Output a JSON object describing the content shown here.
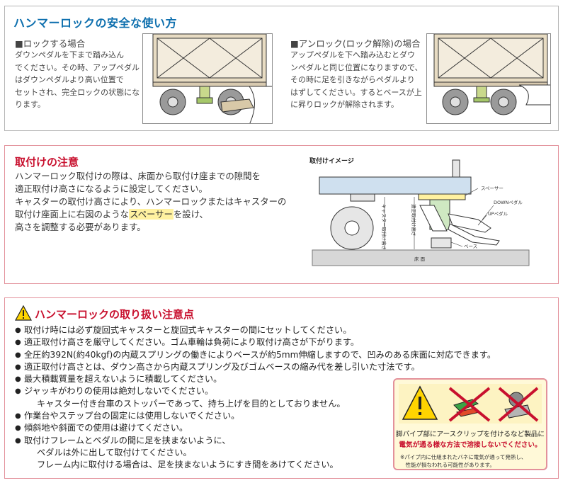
{
  "safe_use": {
    "title": "ハンマーロックの安全な使い方",
    "lock": {
      "heading": "■ロックする場合",
      "text": "ダウンペダルを下まで踏み込ん\nでください。その時、アップペダル\nはダウンペダルより高い位置で\nセットされ、完全ロックの状態にな\nります。"
    },
    "unlock": {
      "heading": "■アンロック(ロック解除)の場合",
      "text": "アップペダルを下へ踏み込むとダウ\nンペダルと同じ位置になりますので、\nその時に足を引きながらペダルより\nはずしてください。するとベースが上\nに昇りロックが解除されます。"
    }
  },
  "mounting": {
    "title": "取付けの注意",
    "line1": "ハンマーロック取付けの際は、床面から取付け座までの隙間を",
    "line2": "適正取付け高さになるように設定してください。",
    "line3": "キャスターの取付け高さにより、ハンマーロックまたはキャスターの",
    "line4_pre": "取付け座面上に右図のような",
    "line4_hl": "スペーサー",
    "line4_post": "を設け、",
    "line5": "高さを調整する必要があります。",
    "diagram": {
      "title": "取付けイメージ",
      "spacer": "スペーサー",
      "down_pedal": "DOWNペダル",
      "up_pedal": "UPペダル",
      "base": "ベース",
      "floor": "床 面",
      "caster_height": "キャスター取付け高さ",
      "proper_height": "適正取付け高さ"
    }
  },
  "handling": {
    "title": "ハンマーロックの取り扱い注意点",
    "items": [
      {
        "text": "取付け時には必ず旋回式キャスターと旋回式キャスターの間にセットしてください。"
      },
      {
        "text": "適正取付け高さを厳守してください。ゴム車輪は負荷により取付け高さが下がります。"
      },
      {
        "text": "全圧約392N(約40kgf)の内蔵スプリングの働きによりベースが約5mm伸縮しますので、凹みのある床面に対応できます。"
      },
      {
        "text": "適正取付け高さとは、ダウン高さから内蔵スプリング及びゴムベースの縮み代を差し引いた寸法です。"
      },
      {
        "text": "最大積載質量を超えないように積載してください。"
      },
      {
        "text": "ジャッキがわりの使用は絶対しないでください。",
        "cont": "キャスター付き台車のストッパーであって、持ち上げを目的としておりません。"
      },
      {
        "text": "作業台やステップ台の固定には使用しないでください。"
      },
      {
        "text": "傾斜地や斜面での使用は避けてください。"
      },
      {
        "text": "取付けフレームとペダルの間に足を挟まないように、",
        "cont": "ペダルは外に出して取付けてください。",
        "cont2": "フレーム内に取付ける場合は、足を挟まないようにすき間をあけてください。"
      }
    ],
    "warning_box": {
      "line1": "脚パイプ部にアースクリップを付けるなど製品に",
      "line2": "電気が通る様な方法で溶接しないでください。",
      "note": "※パイプ内に仕組まれたバネに電気が通って発熱し、\n　性能が損なわれる可能性があります。"
    }
  },
  "colors": {
    "title_blue": "#0d6fae",
    "title_red": "#c8102e",
    "highlight": "#fff1a0",
    "frame_beige": "#e8dcc3",
    "diagram_blue": "#cfe0ef",
    "diagram_green": "#cfe8c2"
  }
}
